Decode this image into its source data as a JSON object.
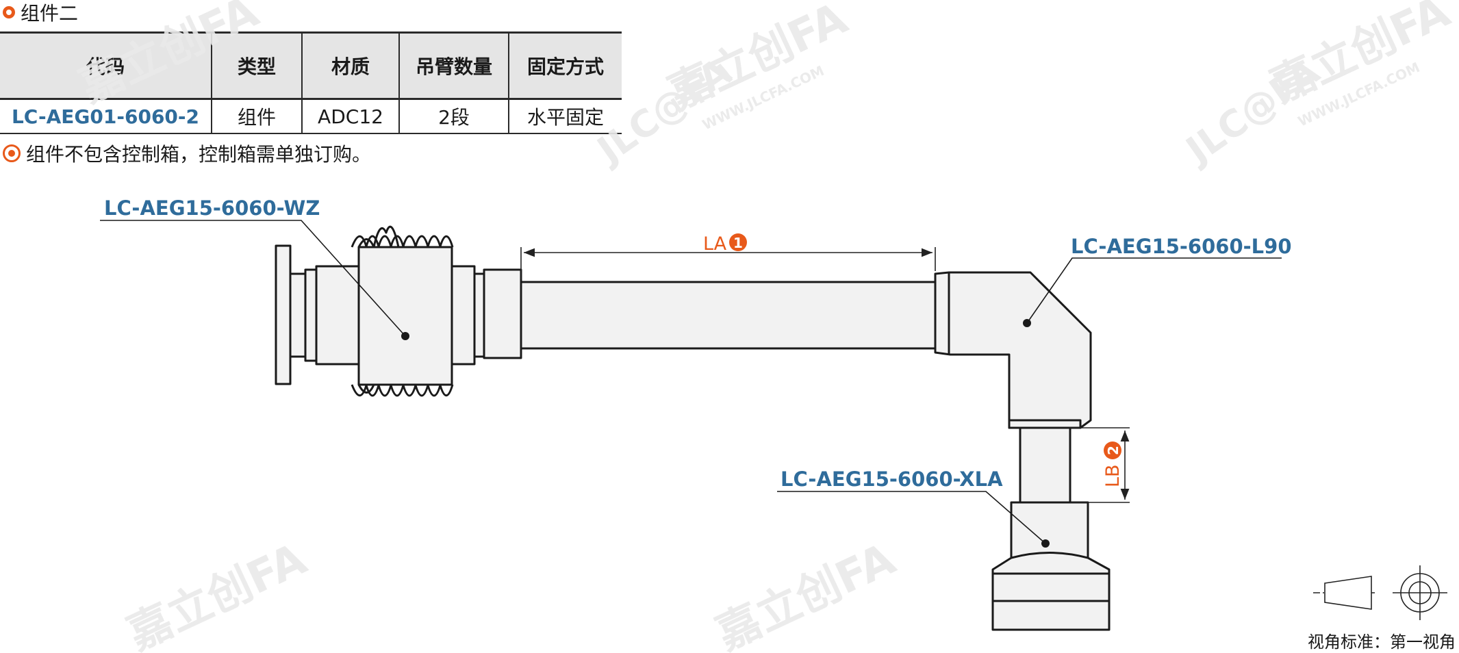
{
  "section": {
    "title": "组件二"
  },
  "table": {
    "headers": [
      "代码",
      "类型",
      "材质",
      "吊臂数量",
      "固定方式"
    ],
    "rows": [
      [
        "LC-AEG01-6060-2",
        "组件",
        "ADC12",
        "2段",
        "水平固定"
      ]
    ]
  },
  "note": "组件不包含控制箱，控制箱需单独订购。",
  "callouts": {
    "wz": "LC-AEG15-6060-WZ",
    "l90": "LC-AEG15-6060-L90",
    "xla": "LC-AEG15-6060-XLA"
  },
  "dimensions": {
    "la": "LA",
    "la_num": "1",
    "lb": "LB",
    "lb_num": "2"
  },
  "view_standard": "视角标准：第一视角",
  "watermark": {
    "brand": "嘉立创FA",
    "logo": "JLC@FA",
    "url": "WWW.JLCFA.COM"
  },
  "colors": {
    "accent": "#e8591a",
    "link": "#2f6c9b",
    "header_bg": "#e5e5e5"
  },
  "icons": [
    "ring-icon",
    "bullet-dot-icon",
    "first-angle-projection-icon"
  ]
}
